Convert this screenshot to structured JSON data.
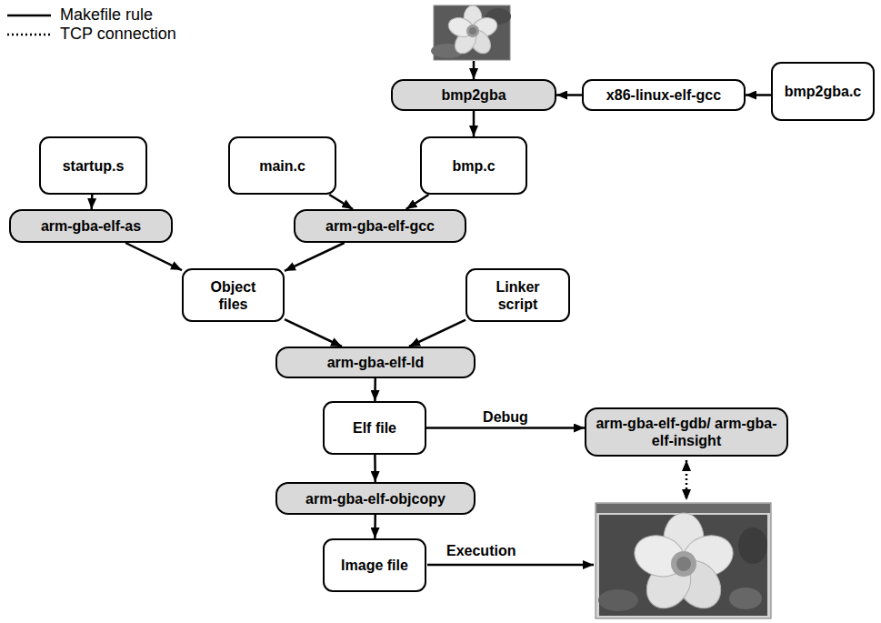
{
  "diagram": {
    "nodes": [
      {
        "text": [
          "bmp2gba"
        ]
      },
      {
        "text": [
          "x86-linux-elf-gcc"
        ]
      },
      {
        "text": [
          "bmp2gba.c"
        ]
      },
      {
        "text": [
          "startup.s"
        ]
      },
      {
        "text": [
          "main.c"
        ]
      },
      {
        "text": [
          "bmp.c"
        ]
      },
      {
        "text": [
          "arm-gba-elf-as"
        ]
      },
      {
        "text": [
          "arm-gba-elf-gcc"
        ]
      },
      {
        "text": [
          "Object files"
        ]
      },
      {
        "text": [
          "Linker script"
        ]
      },
      {
        "text": [
          "arm-gba-elf-ld"
        ]
      },
      {
        "text": [
          "Elf file"
        ]
      },
      {
        "text": [
          "arm-gba-elf-gdb/ arm-gba-elf-insight"
        ]
      },
      {
        "text": [
          "arm-gba-elf-objcopy"
        ]
      },
      {
        "text": [
          "Image file"
        ]
      }
    ],
    "edges": [
      {
        "from": 1,
        "to": 0,
        "arrow": "to"
      },
      {
        "from": 2,
        "to": 1,
        "arrow": "to"
      },
      {
        "from": 0,
        "to": 5,
        "arrow": "to"
      },
      {
        "from": 3,
        "to": 6,
        "arrow": "to"
      },
      {
        "from": 4,
        "to": 7,
        "arrow": "to"
      },
      {
        "from": 5,
        "to": 7,
        "arrow": "to"
      },
      {
        "from": 6,
        "to": 8,
        "arrow": "to"
      },
      {
        "from": 7,
        "to": 8,
        "arrow": "to"
      },
      {
        "from": 8,
        "to": 10,
        "arrow": "to"
      },
      {
        "from": 9,
        "to": 10,
        "arrow": "to"
      },
      {
        "from": 10,
        "to": 11,
        "arrow": "to"
      },
      {
        "from": 11,
        "to": 12,
        "label": "Debug",
        "arrow": "to"
      },
      {
        "from": 11,
        "to": 13,
        "arrow": "to"
      },
      {
        "from": 13,
        "to": 14,
        "arrow": "to"
      }
    ],
    "labels": [
      "Execution"
    ],
    "legend": [
      {
        "text": "Makefile rule"
      },
      {
        "text": "TCP connection"
      }
    ]
  }
}
